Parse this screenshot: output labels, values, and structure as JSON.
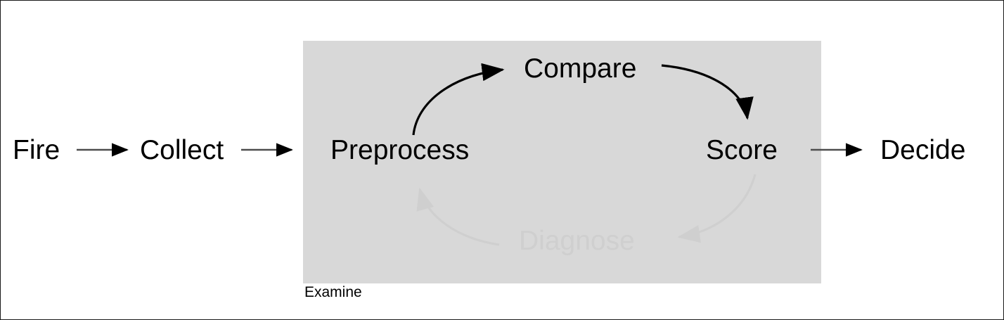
{
  "diagram": {
    "type": "flowchart",
    "title": "",
    "background_color": "#ffffff",
    "border_color": "#1a1a1a",
    "cluster": {
      "label": "Examine",
      "fill_color": "#d8d8d8",
      "label_color": "#000000"
    },
    "colors": {
      "node_text": "#000000",
      "edge": "#4d4d4d",
      "edge_dark": "#000000",
      "faded": "#cfcfcf"
    },
    "nodes": [
      {
        "id": "fire",
        "label": "Fire",
        "state": "active",
        "in_cluster": false
      },
      {
        "id": "collect",
        "label": "Collect",
        "state": "active",
        "in_cluster": false
      },
      {
        "id": "preprocess",
        "label": "Preprocess",
        "state": "active",
        "in_cluster": true
      },
      {
        "id": "compare",
        "label": "Compare",
        "state": "active",
        "in_cluster": true
      },
      {
        "id": "score",
        "label": "Score",
        "state": "active",
        "in_cluster": true
      },
      {
        "id": "diagnose",
        "label": "Diagnose",
        "state": "faded",
        "in_cluster": true
      },
      {
        "id": "decide",
        "label": "Decide",
        "state": "active",
        "in_cluster": false
      }
    ],
    "edges": [
      {
        "id": "fire-collect",
        "from": "Fire",
        "to": "Collect",
        "style": "straight",
        "state": "active"
      },
      {
        "id": "collect-preprocess",
        "from": "Collect",
        "to": "Preprocess",
        "style": "straight",
        "state": "active"
      },
      {
        "id": "preprocess-compare",
        "from": "Preprocess",
        "to": "Compare",
        "style": "curved",
        "state": "active"
      },
      {
        "id": "compare-score",
        "from": "Compare",
        "to": "Score",
        "style": "curved",
        "state": "active"
      },
      {
        "id": "score-diagnose",
        "from": "Score",
        "to": "Diagnose",
        "style": "curved",
        "state": "faded"
      },
      {
        "id": "diagnose-preprocess",
        "from": "Diagnose",
        "to": "Preprocess",
        "style": "curved",
        "state": "faded"
      },
      {
        "id": "score-decide",
        "from": "Score",
        "to": "Decide",
        "style": "straight",
        "state": "active"
      }
    ]
  }
}
